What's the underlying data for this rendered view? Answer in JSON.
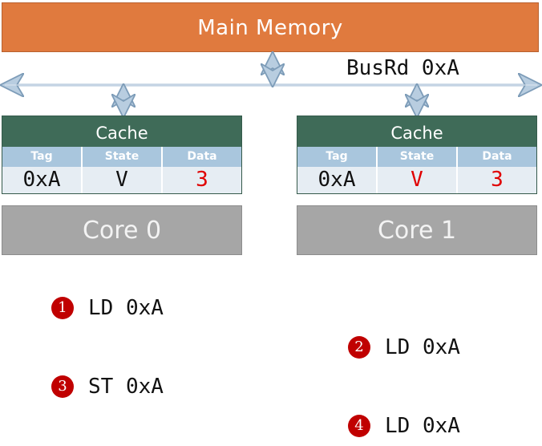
{
  "main_memory": {
    "label": "Main Memory"
  },
  "bus": {
    "label": "BusRd 0xA"
  },
  "caches": [
    {
      "title": "Cache",
      "headers": [
        "Tag",
        "State",
        "Data"
      ],
      "row": {
        "tag": "0xA",
        "state": "V",
        "data": "3"
      },
      "colors": {
        "tag": "#111111",
        "state": "#111111",
        "data": "#e00000"
      }
    },
    {
      "title": "Cache",
      "headers": [
        "Tag",
        "State",
        "Data"
      ],
      "row": {
        "tag": "0xA",
        "state": "V",
        "data": "3"
      },
      "colors": {
        "tag": "#111111",
        "state": "#e00000",
        "data": "#e00000"
      }
    }
  ],
  "cores": [
    {
      "label": "Core 0"
    },
    {
      "label": "Core 1"
    }
  ],
  "steps": [
    {
      "num": "1",
      "text": "LD 0xA"
    },
    {
      "num": "2",
      "text": "LD 0xA"
    },
    {
      "num": "3",
      "text": "ST 0xA"
    },
    {
      "num": "4",
      "text": "LD 0xA"
    }
  ],
  "colors": {
    "memory": "#e07a3e",
    "cache_title": "#3f6b58",
    "cache_header": "#a9c6dd",
    "cache_row": "#e6edf3",
    "core": "#a6a6a6",
    "step_badge": "#c00000",
    "highlight": "#e00000"
  }
}
